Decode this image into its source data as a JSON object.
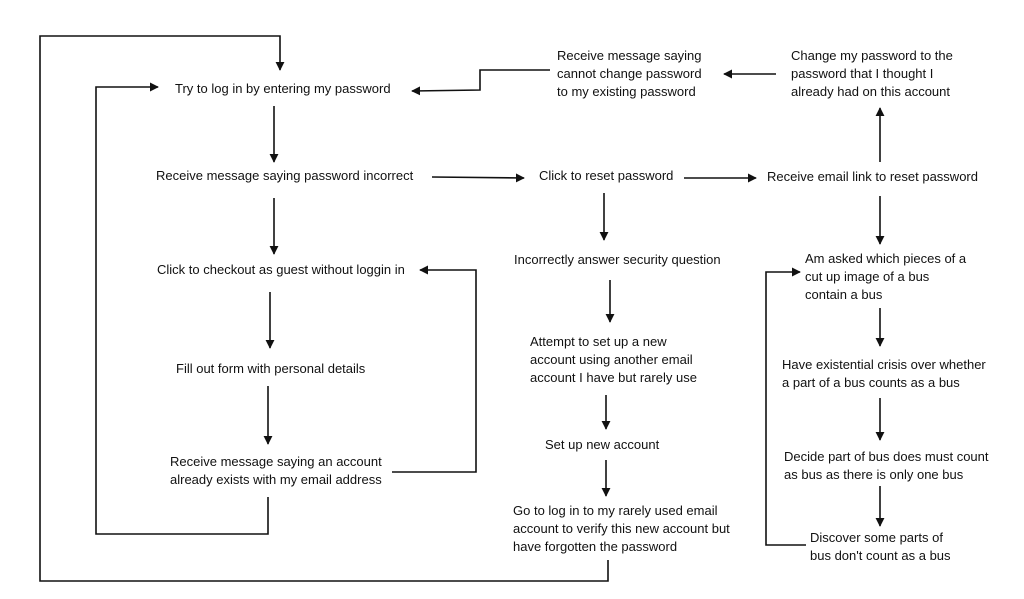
{
  "diagram": {
    "nodes": {
      "login": [
        "Try to log in by entering my password"
      ],
      "incorrect": [
        "Receive message saying password incorrect"
      ],
      "guest": [
        "Click to checkout as guest without loggin in"
      ],
      "form": [
        "Fill out form with personal details"
      ],
      "exists": [
        "Receive message saying an account",
        "already exists with my email address"
      ],
      "cannot_change": [
        "Receive message saying",
        "cannot change password",
        "to my existing password"
      ],
      "change_pw": [
        "Change my password to the",
        "password that I thought I",
        "already had on this account"
      ],
      "reset": [
        "Click to reset password"
      ],
      "email_link": [
        "Receive email link to reset password"
      ],
      "security": [
        "Incorrectly answer security question"
      ],
      "new_account": [
        "Attempt to set up a new",
        "account using another email",
        "account I have but rarely use"
      ],
      "setup": [
        "Set up new account"
      ],
      "rarely_used": [
        "Go to log in to my rarely used email",
        "account to verify this new account but",
        "have forgotten the password"
      ],
      "bus_image": [
        "Am asked which pieces of a",
        "cut up image of a bus",
        "contain a bus"
      ],
      "crisis": [
        "Have existential crisis over whether",
        "a part of a bus counts as a bus"
      ],
      "decide": [
        "Decide part of bus does must count",
        "as bus as there is only one bus"
      ],
      "discover": [
        "Discover some parts of",
        "bus don't count as a bus"
      ]
    },
    "edges": [
      [
        "login",
        "incorrect"
      ],
      [
        "incorrect",
        "guest"
      ],
      [
        "guest",
        "form"
      ],
      [
        "form",
        "exists"
      ],
      [
        "exists",
        "guest"
      ],
      [
        "exists",
        "login"
      ],
      [
        "incorrect",
        "reset"
      ],
      [
        "reset",
        "email_link"
      ],
      [
        "email_link",
        "change_pw"
      ],
      [
        "change_pw",
        "cannot_change"
      ],
      [
        "cannot_change",
        "login"
      ],
      [
        "reset",
        "security"
      ],
      [
        "security",
        "new_account"
      ],
      [
        "new_account",
        "setup"
      ],
      [
        "setup",
        "rarely_used"
      ],
      [
        "rarely_used",
        "login"
      ],
      [
        "email_link",
        "bus_image"
      ],
      [
        "bus_image",
        "crisis"
      ],
      [
        "crisis",
        "decide"
      ],
      [
        "decide",
        "discover"
      ],
      [
        "discover",
        "bus_image"
      ]
    ]
  }
}
